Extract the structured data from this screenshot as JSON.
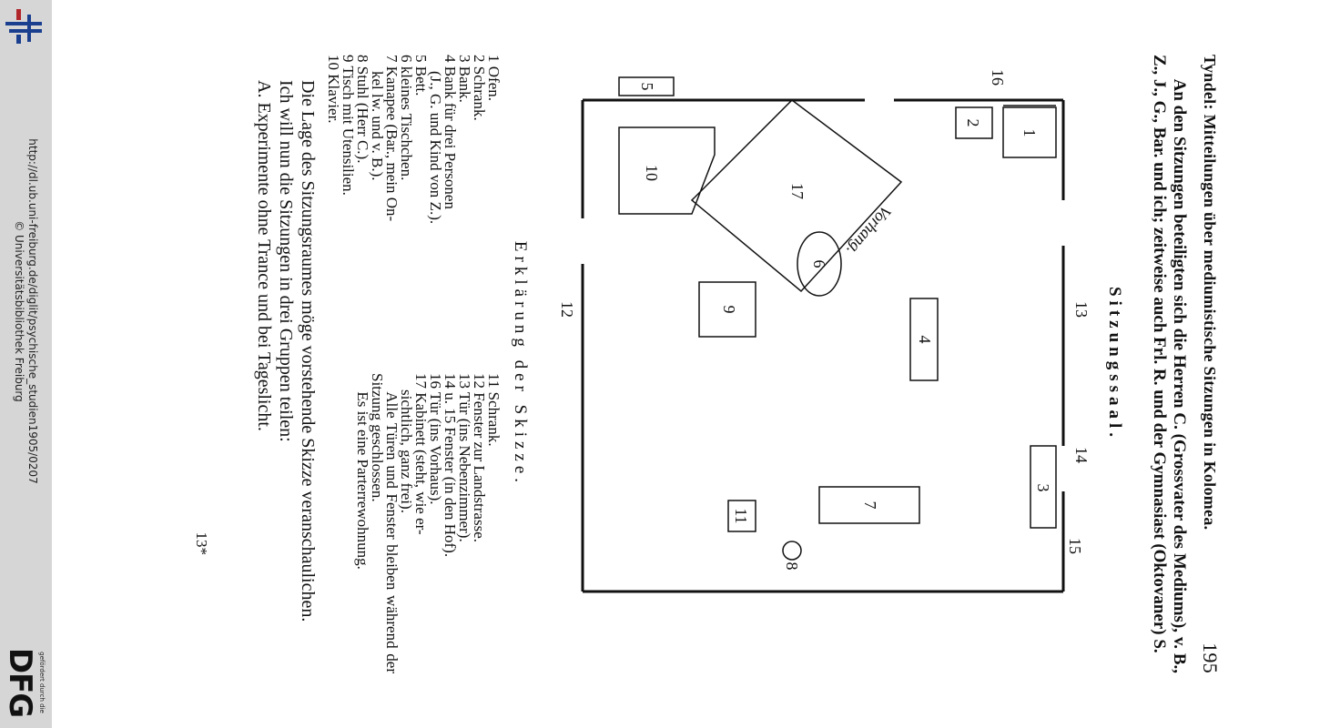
{
  "viewer": {
    "url": "http://dl.ub.uni-freiburg.de/diglit/psychische_studien1905/0207",
    "copyright": "© Universitätsbibliothek Freiburg",
    "funding_small": "gefördert durch die",
    "funding_brand": "DFG",
    "ub_logo_icon": "ub-freiburg-logo-icon"
  },
  "page": {
    "running_head": "Tyndel: Mitteilungen über mediumistische Sitzungen in Kolomea.",
    "page_number": "195",
    "intro_paragraph": "An den Sitzungen beteiligten sich die Herren C. (Grossvater des Mediums), v. B., Z., J., G., Bar. und ich; zeitweise auch Frl. R. und der Gymnasiast (Oktovaner) S.",
    "hall_title": "Sitzungssaal.",
    "plan_labels": {
      "n1": "1",
      "n2": "2",
      "n3": "3",
      "n4": "4",
      "n5": "5",
      "n6": "6",
      "n7": "7",
      "n8": "8",
      "n9": "9",
      "n10": "10",
      "n11": "11",
      "n12": "12",
      "n13": "13",
      "n14": "14",
      "n15": "15",
      "n16": "16",
      "n17": "17",
      "curtain": "Vorhang."
    },
    "legend_title": "Erklärung der Skizze.",
    "legend_left": [
      "1 Ofen.",
      "2 Schrank.",
      "3 Bank.",
      "4 Bank für drei Personen",
      "(J., G. und Kind von Z.).",
      "5 Bett.",
      "6 kleines Tischchen.",
      "7 Kanapee (Bar., mein On-",
      "kel lw. und v. B.).",
      "8 Stuhl (Herr C.).",
      "9 Tisch mit Utensilien.",
      "10 Klavier."
    ],
    "legend_right": [
      "11 Schrank.",
      "12 Fenster zur Landstrasse.",
      "13 Tür (ins Nebenzimmer).",
      "14 u. 15 Fenster (in den Hof).",
      "16 Tür (ins Vorhaus).",
      "17 Kabinett (steht, wie er-",
      "sichtlich, ganz frei)."
    ],
    "legend_note": "Alle Türen und Fenster bleiben während der Sitzung geschlossen.",
    "legend_note2": "Es ist eine Parterrewohnung.",
    "body_p1": "Die Lage des Sitzungsraumes möge vorstehende Skizze veranschaulichen.",
    "body_p2": "Ich will nun die Sitzungen in drei Gruppen teilen:",
    "body_p3": "A. Experimente ohne Trance und bei Tageslicht.",
    "signature": "13*"
  }
}
